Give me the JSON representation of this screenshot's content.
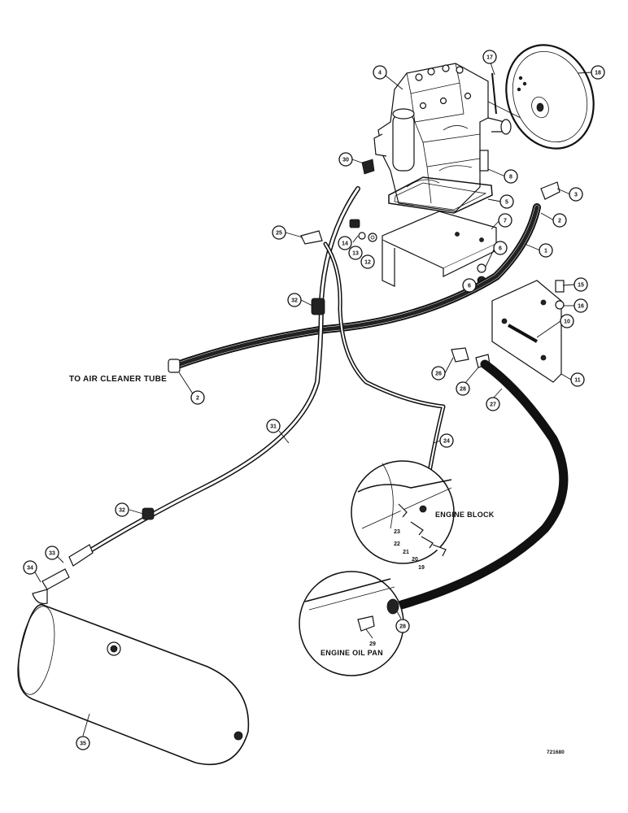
{
  "labels": {
    "air_cleaner": "TO AIR CLEANER TUBE",
    "engine_block": "ENGINE BLOCK",
    "engine_oil_pan": "ENGINE OIL PAN",
    "figure_number": "721680"
  },
  "callouts": [
    {
      "id": "c4",
      "text": "4"
    },
    {
      "id": "c17",
      "text": "17"
    },
    {
      "id": "c18",
      "text": "18"
    },
    {
      "id": "c30",
      "text": "30"
    },
    {
      "id": "c8",
      "text": "8"
    },
    {
      "id": "c3",
      "text": "3"
    },
    {
      "id": "c5",
      "text": "5"
    },
    {
      "id": "c2a",
      "text": "2"
    },
    {
      "id": "c7",
      "text": "7"
    },
    {
      "id": "c25",
      "text": "25"
    },
    {
      "id": "c14",
      "text": "14"
    },
    {
      "id": "c13",
      "text": "13"
    },
    {
      "id": "c12",
      "text": "12"
    },
    {
      "id": "c1",
      "text": "1"
    },
    {
      "id": "c6a",
      "text": "6"
    },
    {
      "id": "c6b",
      "text": "6"
    },
    {
      "id": "c15",
      "text": "15"
    },
    {
      "id": "c32a",
      "text": "32"
    },
    {
      "id": "c16",
      "text": "16"
    },
    {
      "id": "c10",
      "text": "10"
    },
    {
      "id": "c11",
      "text": "11"
    },
    {
      "id": "c26",
      "text": "26"
    },
    {
      "id": "c28a",
      "text": "28"
    },
    {
      "id": "c27",
      "text": "27"
    },
    {
      "id": "c2b",
      "text": "2"
    },
    {
      "id": "c31",
      "text": "31"
    },
    {
      "id": "c24",
      "text": "24"
    },
    {
      "id": "c23",
      "text": "23"
    },
    {
      "id": "c22",
      "text": "22"
    },
    {
      "id": "c21",
      "text": "21"
    },
    {
      "id": "c20",
      "text": "20"
    },
    {
      "id": "c19",
      "text": "19"
    },
    {
      "id": "c32b",
      "text": "32"
    },
    {
      "id": "c33",
      "text": "33"
    },
    {
      "id": "c34",
      "text": "34"
    },
    {
      "id": "c29",
      "text": "29"
    },
    {
      "id": "c28b",
      "text": "28"
    },
    {
      "id": "c35",
      "text": "35"
    }
  ]
}
